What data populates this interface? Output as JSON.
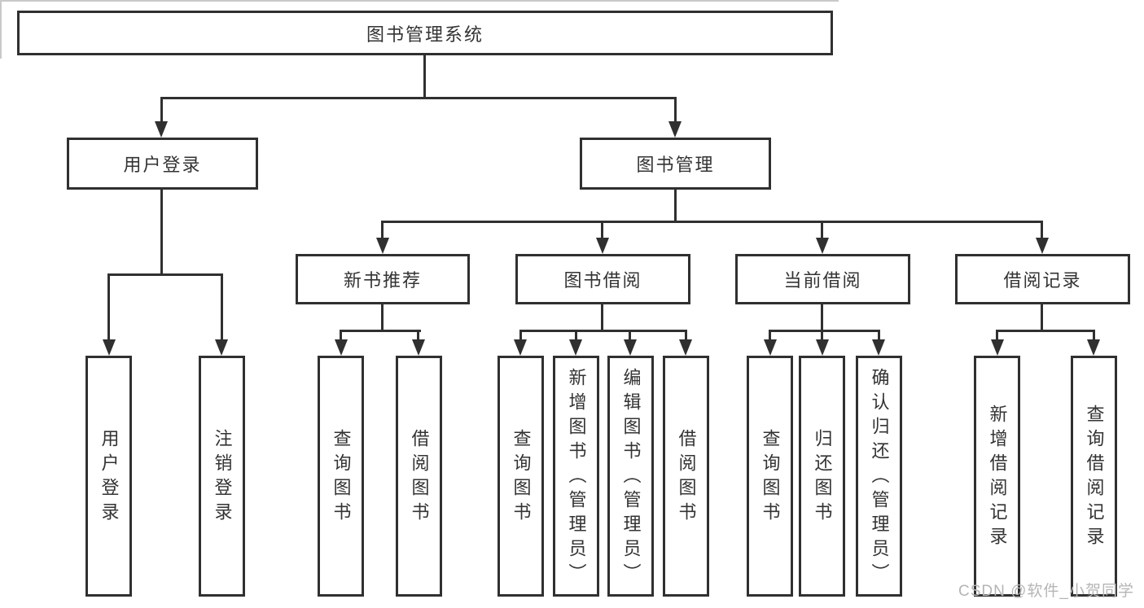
{
  "diagram": {
    "root": {
      "label": "图书管理系统"
    },
    "branches": [
      {
        "label": "用户登录",
        "children": [
          {
            "label": "用户登录"
          },
          {
            "label": "注销登录"
          }
        ]
      },
      {
        "label": "图书管理",
        "children": [
          {
            "label": "新书推荐",
            "children": [
              {
                "label": "查询图书"
              },
              {
                "label": "借阅图书"
              }
            ]
          },
          {
            "label": "图书借阅",
            "children": [
              {
                "label": "查询图书"
              },
              {
                "label": "新增图书（管理员）"
              },
              {
                "label": "编辑图书（管理员）"
              },
              {
                "label": "借阅图书"
              }
            ]
          },
          {
            "label": "当前借阅",
            "children": [
              {
                "label": "查询图书"
              },
              {
                "label": "归还图书"
              },
              {
                "label": "确认归还（管理员）"
              }
            ]
          },
          {
            "label": "借阅记录",
            "children": [
              {
                "label": "新增借阅记录"
              },
              {
                "label": "查询借阅记录"
              }
            ]
          }
        ]
      }
    ],
    "watermark": "CSDN @软件_小贺同学",
    "colors": {
      "line": "#303030",
      "box_border": "#303030",
      "text": "#333333",
      "watermark": "#b5b5b5",
      "background": "#ffffff"
    }
  }
}
